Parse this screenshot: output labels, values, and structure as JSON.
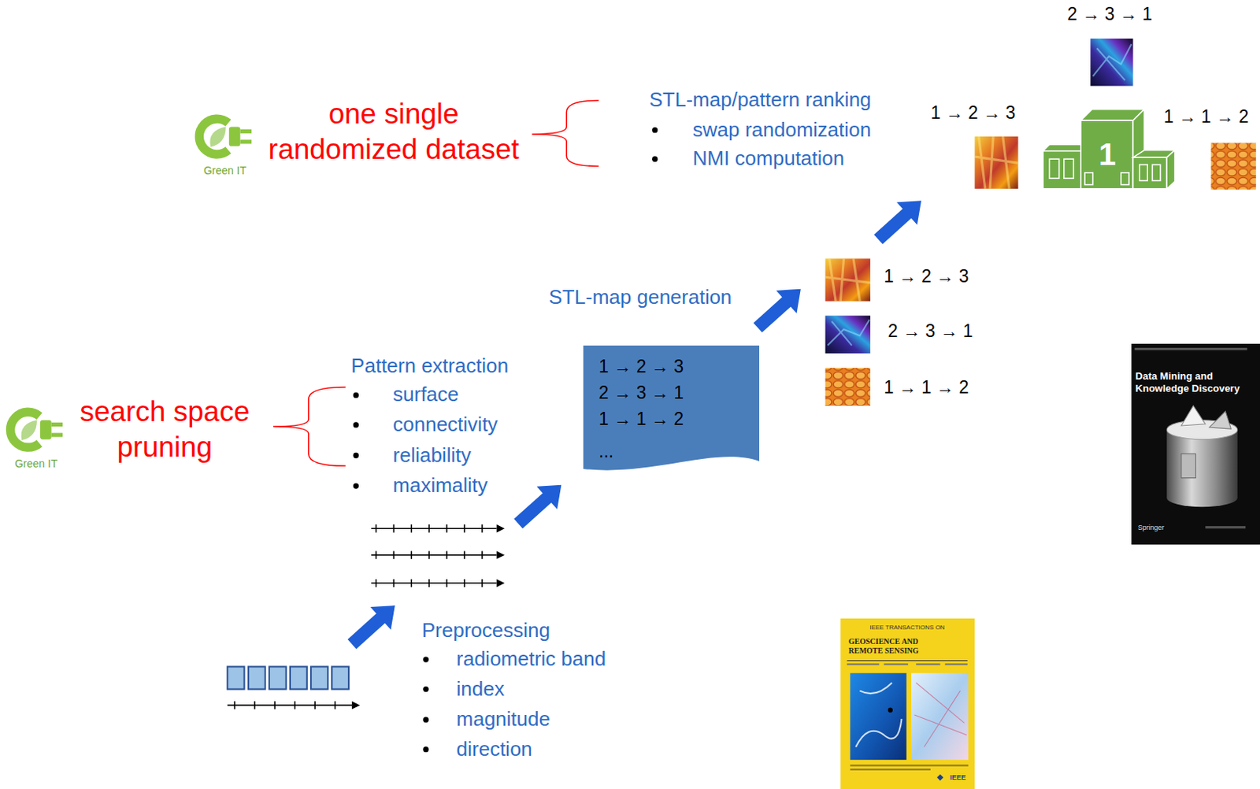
{
  "diagram": {
    "nodes": [
      {
        "text": [
          "1 → 2 → 3",
          "2 → 3 → 1",
          "1 → 1 → 2",
          "..."
        ]
      }
    ],
    "labels": [
      "2 → 3 → 1",
      "one single randomized dataset",
      "STL-map/pattern ranking",
      "swap randomization",
      "NMI computation",
      "1 → 2 → 3",
      "1",
      "1 → 1 → 2",
      "Green IT",
      "STL-map generation",
      "1 → 2 → 3",
      "2 → 3 → 1",
      "1 → 1 → 2",
      "Data Mining and Knowledge Discovery",
      "Pattern extraction",
      "surface",
      "connectivity",
      "reliability",
      "maximality",
      "search space pruning",
      "Green IT",
      "Springer",
      "Preprocessing",
      "radiometric band",
      "index",
      "magnitude",
      "direction",
      "IEEE TRANSACTIONS ON",
      "GEOSCIENCE AND REMOTE SENSING",
      "IEEE"
    ]
  }
}
